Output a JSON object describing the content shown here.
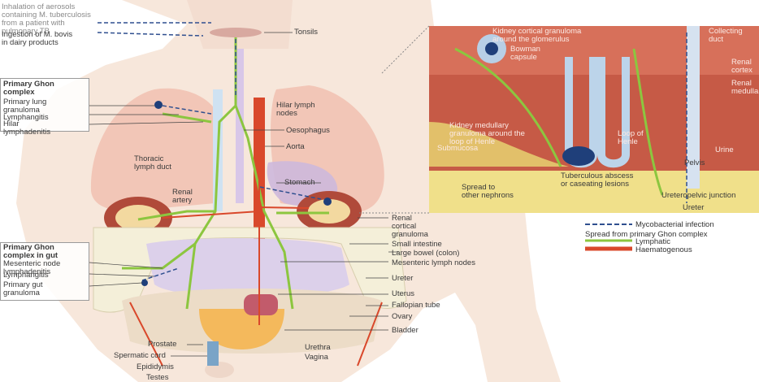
{
  "labels": {
    "inhalation": [
      "Inhalation of aerosols",
      "containing M. tuberculosis",
      "from a patient with",
      "pulmonary TB"
    ],
    "ingestion": [
      "Ingestion of M. bovis",
      "in dairy products"
    ],
    "tonsils": "Tonsils",
    "primary_ghon_complex": [
      "Primary Ghon",
      "complex"
    ],
    "primary_lung_granuloma": [
      "Primary lung",
      "granuloma"
    ],
    "lymphangitis": "Lymphangitis",
    "hilar_lymphadenitis": [
      "Hilar",
      "lymphadenitis"
    ],
    "hilar_lymph_nodes": [
      "Hilar lymph",
      "nodes"
    ],
    "oesophagus": "Oesophagus",
    "aorta": "Aorta",
    "thoracic_duct": [
      "Thoracic",
      "lymph duct"
    ],
    "stomach": "Stomach",
    "renal_artery": [
      "Renal",
      "artery"
    ],
    "renal_cortical_granuloma": [
      "Renal",
      "cortical",
      "granuloma"
    ],
    "small_intestine": "Small intestine",
    "large_bowel": "Large bowel (colon)",
    "mesenteric_lymph_nodes": "Mesenteric lymph nodes",
    "primary_ghon_gut": [
      "Primary Ghon",
      "complex in gut"
    ],
    "mesenteric_node_lymphadenitis": [
      "Mesenteric node",
      "lymphadenitis"
    ],
    "lymphangitis_gut": "Lymphangitis",
    "primary_gut_granuloma": [
      "Primary gut",
      "granuloma"
    ],
    "ureter": "Ureter",
    "uterus": "Uterus",
    "fallopian_tube": "Fallopian tube",
    "ovary": "Ovary",
    "bladder": "Bladder",
    "prostate": "Prostate",
    "spermatic_cord": "Spermatic cord",
    "epididymis": "Epididymis",
    "testes": "Testes",
    "urethra": "Urethra",
    "vagina": "Vagina"
  },
  "inset": {
    "kidney_cortical": [
      "Kidney cortical granuloma",
      "around the glomerulus"
    ],
    "bowman": [
      "Bowman",
      "capsule"
    ],
    "collecting_duct": [
      "Collecting",
      "duct"
    ],
    "renal_cortex": [
      "Renal",
      "cortex"
    ],
    "renal_medulla": [
      "Renal",
      "medulla"
    ],
    "kidney_medullary": [
      "Kidney medullary",
      "granuloma around the",
      "loop of Henle"
    ],
    "loop_of_henle": [
      "Loop of",
      "Henle"
    ],
    "submucosa": "Submucosa",
    "urine": "Urine",
    "pelvis": "Pelvis",
    "tuberculous_abscess": [
      "Tuberculous abscess",
      "or caseating lesions"
    ],
    "spread_nephrons": [
      "Spread to",
      "other nephrons"
    ],
    "ureteropelvic": "Ureteropelvic junction",
    "ureter": "Ureter"
  },
  "legend": {
    "mycobacterial_infection": "Mycobacterial infection",
    "spread_title": "Spread from primary Ghon complex",
    "lymphatic": "Lymphatic",
    "haematogenous": "Haematogenous"
  },
  "colors": {
    "lymphatic": "#8cc63f",
    "haematogenous": "#d9482b",
    "infection": "#2f4f8f",
    "skin": "#f6e3d4",
    "lung": "#f1c4b5",
    "kidney": "#b04a3a",
    "inset_bg": "#c65a46"
  }
}
